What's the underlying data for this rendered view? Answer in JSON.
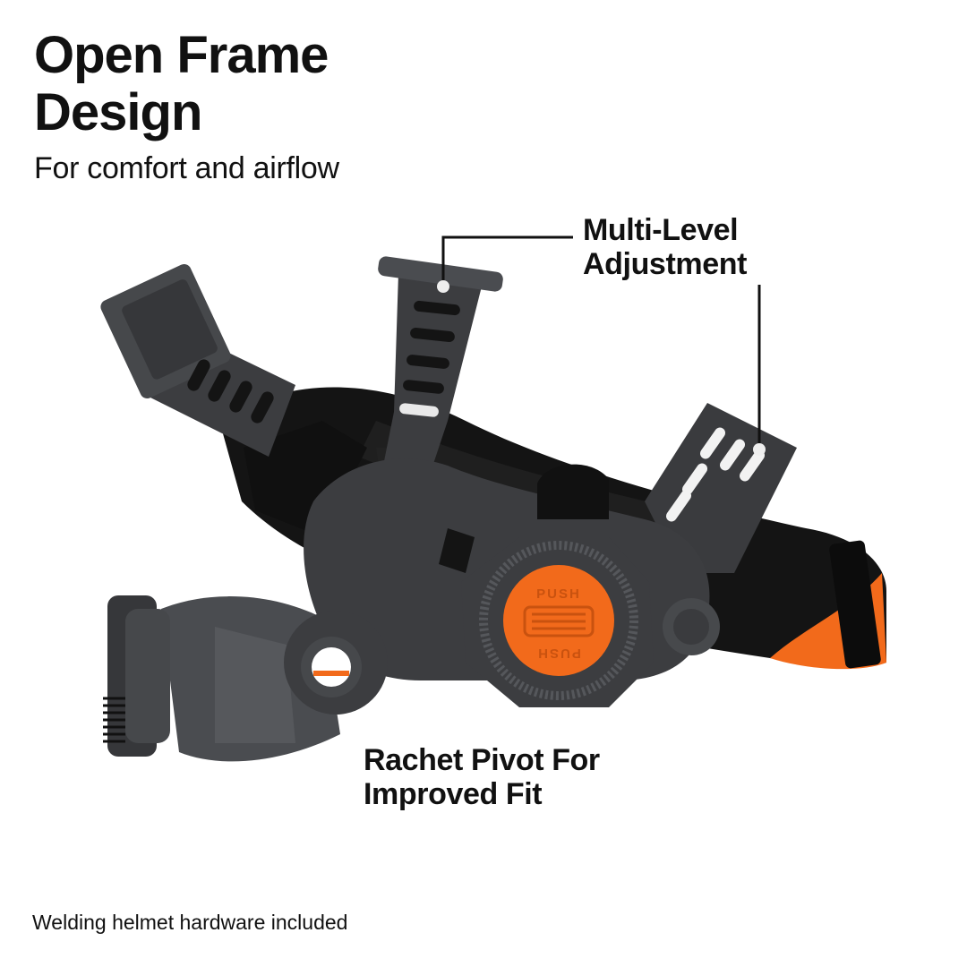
{
  "header": {
    "title_line1": "Open Frame",
    "title_line2": "Design",
    "subtitle": "For comfort and airflow"
  },
  "callouts": [
    {
      "id": "multi-level-adjustment",
      "line1": "Multi-Level",
      "line2": "Adjustment"
    },
    {
      "id": "rachet-pivot",
      "line1": "Rachet Pivot For",
      "line2": "Improved Fit"
    }
  ],
  "product": {
    "name": "welding helmet headgear",
    "button_label_top": "PUSH",
    "button_label_bottom": "PUSH",
    "colors": {
      "frame": "#3c3d40",
      "frame_light": "#55575b",
      "padding": "#141414",
      "accent_orange": "#f26a1b"
    }
  },
  "footnote": "Welding helmet hardware included"
}
